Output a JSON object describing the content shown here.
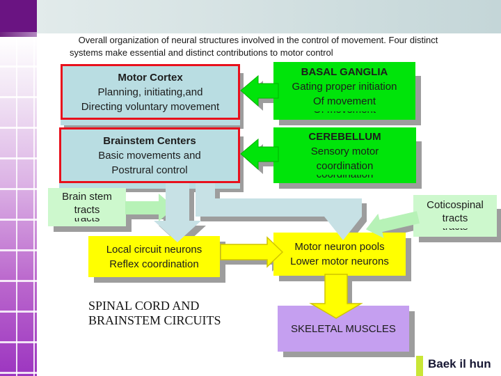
{
  "slide": {
    "title_line1": "Overall organization of neural structures involved in the control of movement. Four distinct",
    "title_line2": "systems make essential and distinct contributions to motor control"
  },
  "boxes": {
    "motor_cortex": {
      "line1": "Motor Cortex",
      "line2": "Planning, initiating,and",
      "line3": "Directing voluntary movement"
    },
    "brainstem_centers": {
      "line1": "Brainstem Centers",
      "line2": "Basic movements and",
      "line3": "Postrural control"
    },
    "basal_ganglia": {
      "line1": "BASAL GANGLIA",
      "line2": "Gating proper initiation",
      "line3": "Of movement"
    },
    "cerebellum": {
      "line1": "CEREBELLUM",
      "line2": "Sensory motor",
      "line3": "coordination"
    },
    "brainstem_tracts": {
      "line1": "Brain stem",
      "line2": "tracts"
    },
    "corticospinal_tracts": {
      "line1": "Coticospinal",
      "line2": "tracts"
    },
    "local_circuit": {
      "line1": "Local circuit neurons",
      "line2": "Reflex coordination"
    },
    "motor_pools": {
      "line1": "Motor neuron pools",
      "line2": "Lower motor neurons"
    },
    "skeletal": {
      "line1": "SKELETAL MUSCLES"
    }
  },
  "labels": {
    "spinal_line1": "SPINAL CORD AND",
    "spinal_line2": "BRAINSTEM CIRCUITS",
    "credit": "Baek il hun"
  },
  "colors": {
    "bright_green": "#00e40a",
    "bright_green_edge": "#00b400",
    "pale_green_box": "#cdf8cd",
    "pale_green_arrow": "#b7f2b7",
    "light_blue_box": "#b9dde2",
    "arrow_blue": "#c7e1e5",
    "red_border": "#e8101c",
    "yellow": "#ffff00",
    "yellow_edge": "#cfc400",
    "lavender": "#c59ff0",
    "shadow_gray": "#9d9d9d",
    "credit_bar": "#c9e636",
    "corner_purple": "#6a1482"
  }
}
